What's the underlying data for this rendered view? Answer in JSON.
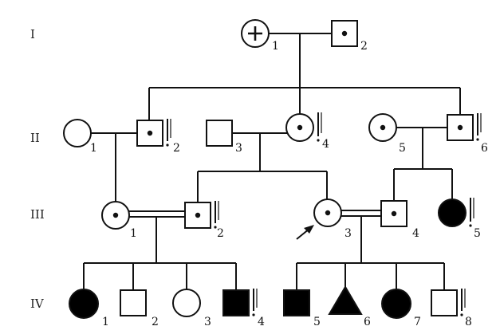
{
  "generations": [
    "I",
    "II",
    "III",
    "IV"
  ],
  "individuals": [
    {
      "id": "I-1",
      "number": "1",
      "sex": "female",
      "status": "unaffected",
      "dot": false,
      "plus": true,
      "tick": false
    },
    {
      "id": "I-2",
      "number": "2",
      "sex": "male",
      "status": "carrier",
      "dot": true,
      "plus": false,
      "tick": false
    },
    {
      "id": "II-1",
      "number": "1",
      "sex": "female",
      "status": "unaffected",
      "dot": false,
      "plus": false,
      "tick": false
    },
    {
      "id": "II-2",
      "number": "2",
      "sex": "male",
      "status": "carrier",
      "dot": true,
      "plus": false,
      "tick": true
    },
    {
      "id": "II-3",
      "number": "3",
      "sex": "male",
      "status": "unaffected",
      "dot": false,
      "plus": false,
      "tick": false
    },
    {
      "id": "II-4",
      "number": "4",
      "sex": "female",
      "status": "carrier",
      "dot": true,
      "plus": false,
      "tick": true
    },
    {
      "id": "II-5",
      "number": "5",
      "sex": "female",
      "status": "carrier",
      "dot": true,
      "plus": false,
      "tick": false
    },
    {
      "id": "II-6",
      "number": "6",
      "sex": "male",
      "status": "carrier",
      "dot": true,
      "plus": false,
      "tick": true
    },
    {
      "id": "III-1",
      "number": "1",
      "sex": "female",
      "status": "carrier",
      "dot": true,
      "plus": false,
      "tick": false
    },
    {
      "id": "III-2",
      "number": "2",
      "sex": "male",
      "status": "carrier",
      "dot": true,
      "plus": false,
      "tick": true
    },
    {
      "id": "III-3",
      "number": "3",
      "sex": "female",
      "status": "carrier",
      "dot": true,
      "plus": false,
      "tick": false,
      "proband": true
    },
    {
      "id": "III-4",
      "number": "4",
      "sex": "male",
      "status": "carrier",
      "dot": true,
      "plus": false,
      "tick": false
    },
    {
      "id": "III-5",
      "number": "5",
      "sex": "female",
      "status": "affected",
      "dot": false,
      "plus": false,
      "tick": true
    },
    {
      "id": "IV-1",
      "number": "1",
      "sex": "female",
      "status": "affected",
      "dot": false,
      "plus": false,
      "tick": false
    },
    {
      "id": "IV-2",
      "number": "2",
      "sex": "male",
      "status": "unaffected",
      "dot": false,
      "plus": false,
      "tick": false
    },
    {
      "id": "IV-3",
      "number": "3",
      "sex": "female",
      "status": "unaffected",
      "dot": false,
      "plus": false,
      "tick": false
    },
    {
      "id": "IV-4",
      "number": "4",
      "sex": "male",
      "status": "affected",
      "dot": false,
      "plus": false,
      "tick": true
    },
    {
      "id": "IV-5",
      "number": "5",
      "sex": "male",
      "status": "affected",
      "dot": false,
      "plus": false,
      "tick": false
    },
    {
      "id": "IV-6",
      "number": "6",
      "sex": "unknown",
      "status": "affected",
      "dot": false,
      "plus": false,
      "tick": false
    },
    {
      "id": "IV-7",
      "number": "7",
      "sex": "female",
      "status": "affected",
      "dot": false,
      "plus": false,
      "tick": false
    },
    {
      "id": "IV-8",
      "number": "8",
      "sex": "male",
      "status": "unaffected",
      "dot": false,
      "plus": false,
      "tick": true
    }
  ],
  "colors": {
    "line": "#111111",
    "fill_affected": "#000000",
    "fill_unaffected": "#ffffff"
  }
}
